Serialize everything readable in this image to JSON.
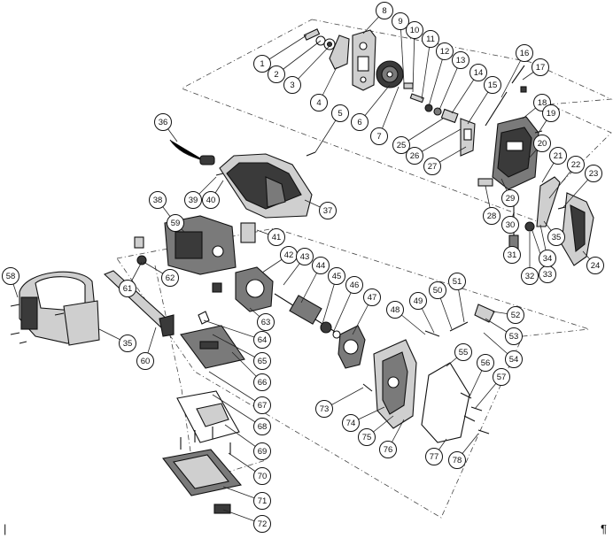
{
  "diagram": {
    "callouts": [
      {
        "n": "1"
      },
      {
        "n": "2"
      },
      {
        "n": "3"
      },
      {
        "n": "4"
      },
      {
        "n": "5"
      },
      {
        "n": "6"
      },
      {
        "n": "7"
      },
      {
        "n": "8"
      },
      {
        "n": "9"
      },
      {
        "n": "10"
      },
      {
        "n": "11"
      },
      {
        "n": "12"
      },
      {
        "n": "13"
      },
      {
        "n": "14"
      },
      {
        "n": "15"
      },
      {
        "n": "16"
      },
      {
        "n": "17"
      },
      {
        "n": "18"
      },
      {
        "n": "19"
      },
      {
        "n": "20"
      },
      {
        "n": "21"
      },
      {
        "n": "22"
      },
      {
        "n": "23"
      },
      {
        "n": "24"
      },
      {
        "n": "25"
      },
      {
        "n": "26"
      },
      {
        "n": "27"
      },
      {
        "n": "28"
      },
      {
        "n": "29"
      },
      {
        "n": "30"
      },
      {
        "n": "31"
      },
      {
        "n": "32"
      },
      {
        "n": "33"
      },
      {
        "n": "34"
      },
      {
        "n": "35"
      },
      {
        "n": "35"
      },
      {
        "n": "36"
      },
      {
        "n": "37"
      },
      {
        "n": "38"
      },
      {
        "n": "39"
      },
      {
        "n": "40"
      },
      {
        "n": "41"
      },
      {
        "n": "42"
      },
      {
        "n": "43"
      },
      {
        "n": "44"
      },
      {
        "n": "45"
      },
      {
        "n": "46"
      },
      {
        "n": "47"
      },
      {
        "n": "48"
      },
      {
        "n": "49"
      },
      {
        "n": "50"
      },
      {
        "n": "51"
      },
      {
        "n": "52"
      },
      {
        "n": "53"
      },
      {
        "n": "54"
      },
      {
        "n": "55"
      },
      {
        "n": "56"
      },
      {
        "n": "57"
      },
      {
        "n": "58"
      },
      {
        "n": "59"
      },
      {
        "n": "60"
      },
      {
        "n": "61"
      },
      {
        "n": "62"
      },
      {
        "n": "63"
      },
      {
        "n": "64"
      },
      {
        "n": "65"
      },
      {
        "n": "66"
      },
      {
        "n": "67"
      },
      {
        "n": "68"
      },
      {
        "n": "69"
      },
      {
        "n": "70"
      },
      {
        "n": "71"
      },
      {
        "n": "72"
      },
      {
        "n": "73"
      },
      {
        "n": "74"
      },
      {
        "n": "75"
      },
      {
        "n": "76"
      },
      {
        "n": "77"
      },
      {
        "n": "78"
      }
    ]
  },
  "page_marks": {
    "left_mark": "|",
    "right_mark": "¶"
  }
}
